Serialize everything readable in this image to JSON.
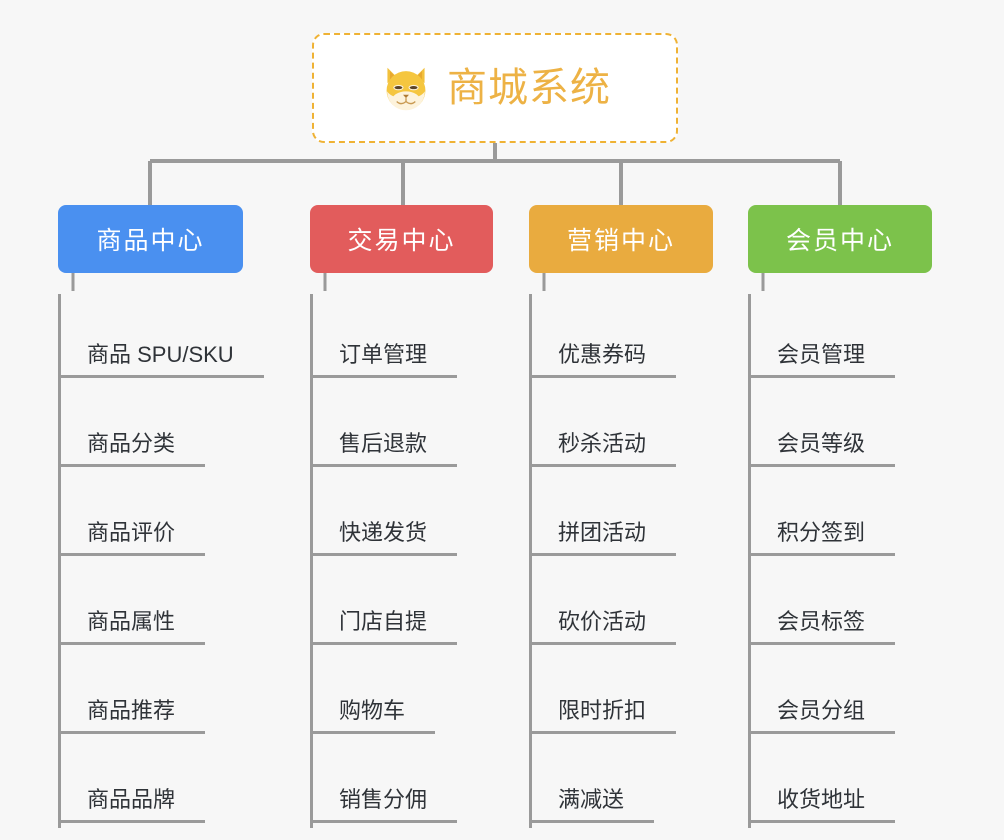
{
  "page": {
    "background": "#f7f7f7",
    "line_color": "#9a9a9a"
  },
  "root": {
    "title": "商城系统",
    "icon": "shiba-dog-face-icon",
    "text_color": "#edb245",
    "border_color": "#efb234",
    "background": "#ffffff"
  },
  "categories": [
    {
      "label": "商品中心",
      "color": "#4a90f0",
      "items": [
        "商品 SPU/SKU",
        "商品分类",
        "商品评价",
        "商品属性",
        "商品推荐",
        "商品品牌"
      ]
    },
    {
      "label": "交易中心",
      "color": "#e25c5c",
      "items": [
        "订单管理",
        "售后退款",
        "快递发货",
        "门店自提",
        "购物车",
        "销售分佣"
      ]
    },
    {
      "label": "营销中心",
      "color": "#e9ab3f",
      "items": [
        "优惠券码",
        "秒杀活动",
        "拼团活动",
        "砍价活动",
        "限时折扣",
        "满减送"
      ]
    },
    {
      "label": "会员中心",
      "color": "#7cc24b",
      "items": [
        "会员管理",
        "会员等级",
        "积分签到",
        "会员标签",
        "会员分组",
        "收货地址"
      ]
    }
  ]
}
